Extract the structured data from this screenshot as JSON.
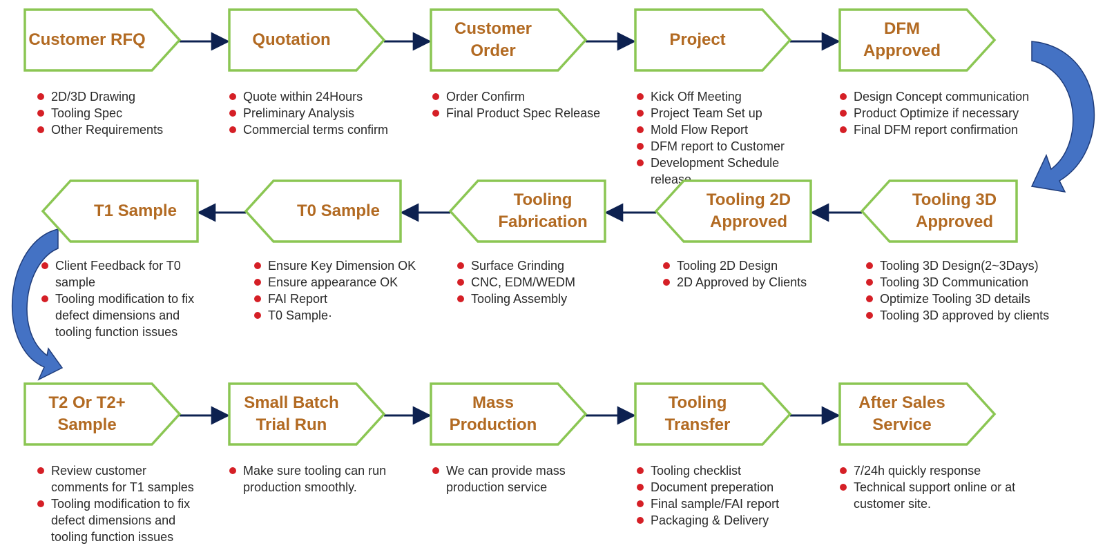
{
  "colors": {
    "box_border": "#8bc653",
    "box_text": "#b26a22",
    "bullet": "#d51f26",
    "arrow": "#0d2150",
    "curved_arrow": "#4472c4"
  },
  "rows": [
    {
      "direction": "right",
      "steps": [
        {
          "title": "Customer RFQ",
          "bullets": [
            "2D/3D Drawing",
            "Tooling Spec",
            "Other Requirements"
          ]
        },
        {
          "title": "Quotation",
          "bullets": [
            "Quote within 24Hours",
            "Preliminary Analysis",
            "Commercial terms confirm"
          ]
        },
        {
          "title": "Customer\nOrder",
          "bullets": [
            "Order Confirm",
            "Final Product Spec Release"
          ]
        },
        {
          "title": "Project",
          "bullets": [
            "Kick Off Meeting",
            "Project Team Set up",
            "Mold Flow Report",
            "DFM report to Customer",
            "Development Schedule release"
          ]
        },
        {
          "title": "DFM\nApproved",
          "bullets": [
            "Design Concept communication",
            "Product Optimize if necessary",
            "Final DFM report confirmation"
          ]
        }
      ]
    },
    {
      "direction": "left",
      "steps": [
        {
          "title": "T1 Sample",
          "bullets": [
            "Client Feedback for T0 sample",
            "Tooling modification to fix defect dimensions and tooling function issues"
          ]
        },
        {
          "title": "T0 Sample",
          "bullets": [
            "Ensure Key Dimension OK",
            "Ensure appearance OK",
            "FAI Report",
            "T0 Sample·"
          ]
        },
        {
          "title": "Tooling\nFabrication",
          "bullets": [
            "Surface Grinding",
            "CNC, EDM/WEDM",
            "Tooling Assembly"
          ]
        },
        {
          "title": "Tooling 2D\nApproved",
          "bullets": [
            "Tooling 2D Design",
            "2D Approved by Clients"
          ]
        },
        {
          "title": "Tooling 3D\nApproved",
          "bullets": [
            "Tooling 3D Design(2~3Days)",
            "Tooling 3D Communication",
            "Optimize Tooling 3D details",
            "Tooling 3D approved by clients"
          ]
        }
      ]
    },
    {
      "direction": "right",
      "steps": [
        {
          "title": "T2 Or T2+\nSample",
          "bullets": [
            "Review customer comments for T1 samples",
            "Tooling modification to fix defect dimensions and tooling function issues"
          ]
        },
        {
          "title": "Small Batch\nTrial Run",
          "bullets": [
            "Make sure tooling can run production smoothly."
          ]
        },
        {
          "title": "Mass\nProduction",
          "bullets": [
            "We can provide mass production service"
          ]
        },
        {
          "title": "Tooling\nTransfer",
          "bullets": [
            "Tooling checklist",
            "Document preperation",
            "Final sample/FAI report",
            "Packaging & Delivery"
          ]
        },
        {
          "title": "After Sales\nService",
          "bullets": [
            "7/24h quickly response",
            "Technical support online or at customer site."
          ]
        }
      ]
    }
  ]
}
